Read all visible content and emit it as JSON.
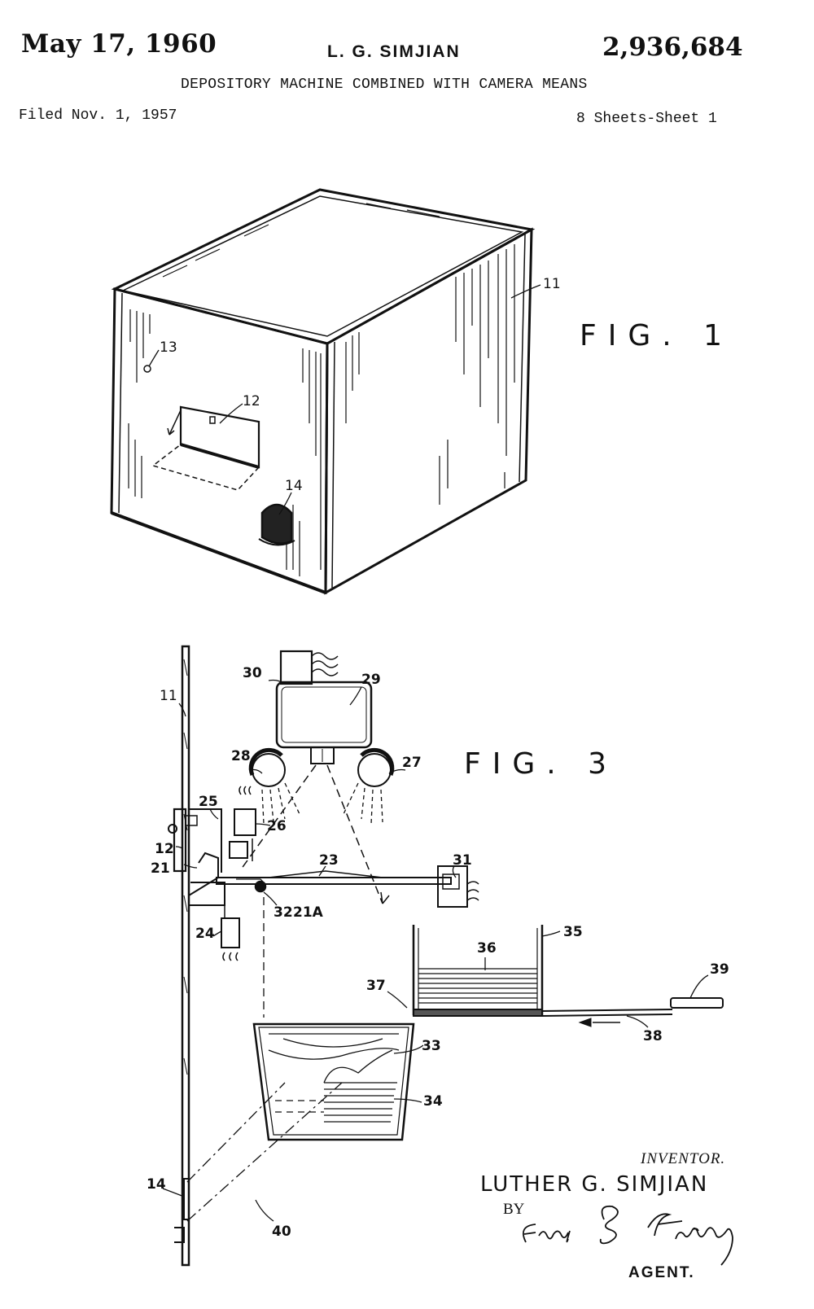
{
  "header": {
    "date": "May 17, 1960",
    "inventor": "L. G. SIMJIAN",
    "patent_number": "2,936,684",
    "title": "DEPOSITORY MACHINE COMBINED WITH CAMERA MEANS",
    "filed": "Filed Nov. 1, 1957",
    "sheets": "8 Sheets-Sheet 1"
  },
  "figures": [
    {
      "label": "FIG. 1"
    },
    {
      "label": "FIG. 3"
    }
  ],
  "fig1_refs": [
    "11",
    "12",
    "13",
    "14"
  ],
  "fig3_refs": [
    "11",
    "12",
    "14",
    "21",
    "21A",
    "23",
    "24",
    "25",
    "26",
    "27",
    "28",
    "29",
    "30",
    "31",
    "32",
    "33",
    "34",
    "35",
    "36",
    "37",
    "38",
    "39",
    "40"
  ],
  "signature": {
    "inventor_label": "INVENTOR.",
    "inventor_name": "LUTHER G. SIMJIAN",
    "by": "BY",
    "agent_signature": "Ervin B. Steinberg",
    "agent_label": "AGENT."
  }
}
